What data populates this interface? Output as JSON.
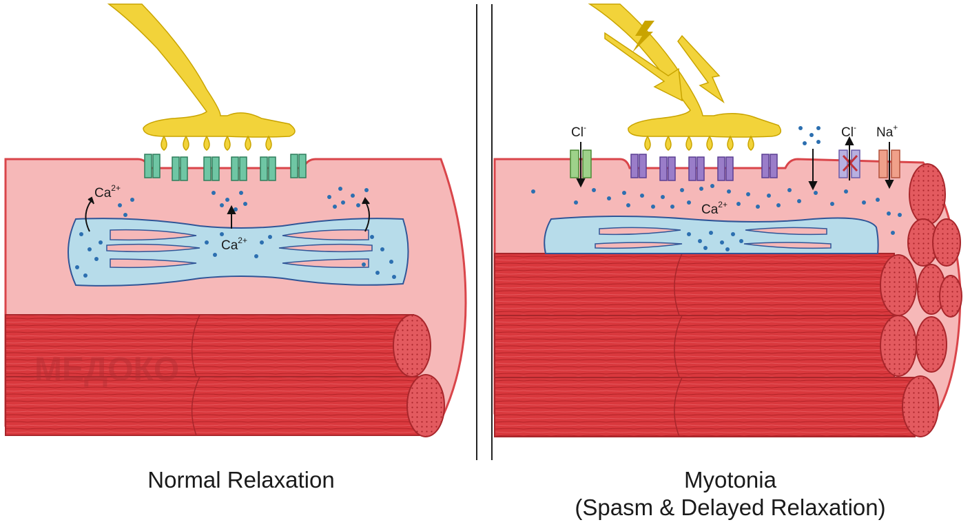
{
  "panels": {
    "left": {
      "caption": "Normal Relaxation"
    },
    "right": {
      "caption_line1": "Myotonia",
      "caption_line2": "(Spasm & Delayed Relaxation)"
    }
  },
  "labels": {
    "ca_base": "Ca",
    "ca_charge": "2+",
    "cl_base": "Cl",
    "cl_charge": "-",
    "na_base": "Na",
    "na_charge": "+"
  },
  "watermark": "МЕДОКО",
  "colors": {
    "nerve": "#f2d33a",
    "sarcolemma": "#f6b8b8",
    "membrane_edge": "#d9454a",
    "fiber": "#d9383d",
    "sr": "#b7dcea",
    "calcium": "#2c6fb0",
    "receptor_normal": "#6fc6a4",
    "receptor_myotonia": "#9a7dc9",
    "chloride_channel": "#9ed28a",
    "sodium_channel": "#f0a08a"
  }
}
